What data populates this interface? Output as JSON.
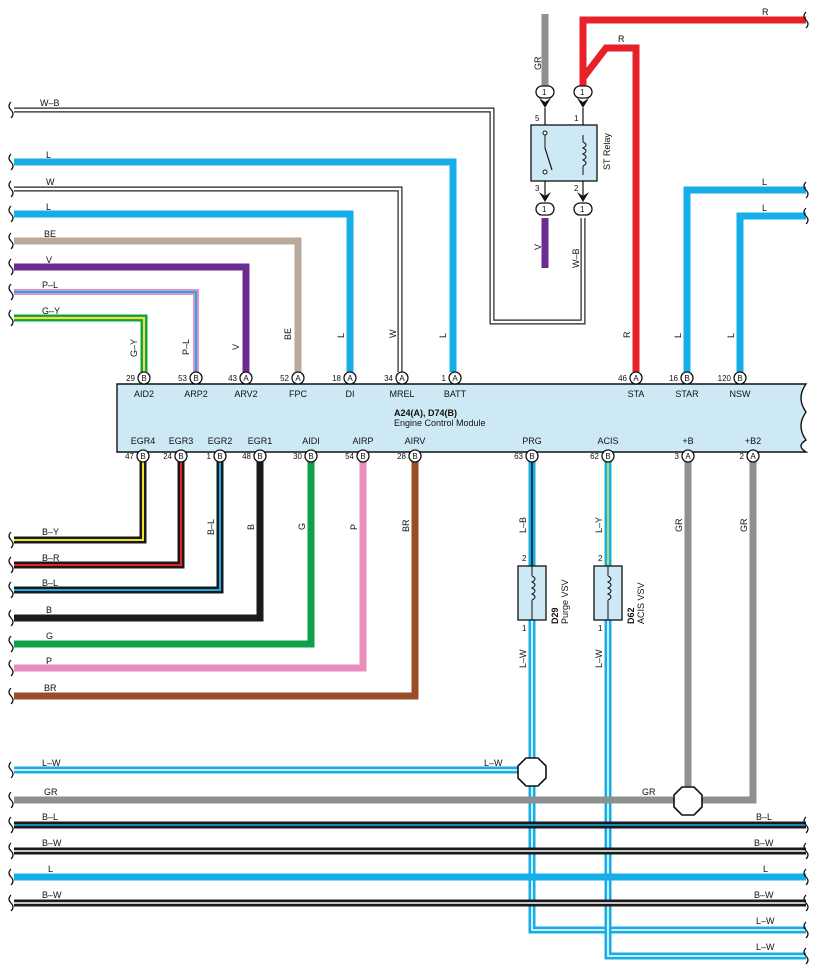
{
  "colors": {
    "L": "#15aee8",
    "W": "#ffffff",
    "BE": "#b9a99a",
    "V": "#6c2b91",
    "P": "#ea8cbe",
    "G": "#0ca14a",
    "Y": "#f4e229",
    "GR": "#8e8f91",
    "R": "#e8202a",
    "B": "#1a1a1a",
    "BR": "#9a4e27",
    "ecu_fill": "#cde9f6"
  },
  "ecu": {
    "title": "A24(A), D74(B)",
    "subtitle": "Engine Control Module",
    "top_pins": [
      {
        "num": "29",
        "conn": "B",
        "name": "AID2",
        "wire": "G–Y"
      },
      {
        "num": "53",
        "conn": "B",
        "name": "ARP2",
        "wire": "P–L"
      },
      {
        "num": "43",
        "conn": "A",
        "name": "ARV2",
        "wire": "V"
      },
      {
        "num": "52",
        "conn": "A",
        "name": "FPC",
        "wire": "BE"
      },
      {
        "num": "18",
        "conn": "A",
        "name": "DI",
        "wire": "L"
      },
      {
        "num": "34",
        "conn": "A",
        "name": "MREL",
        "wire": "W"
      },
      {
        "num": "1",
        "conn": "A",
        "name": "BATT",
        "wire": "L"
      },
      {
        "num": "46",
        "conn": "A",
        "name": "STA",
        "wire": "R"
      },
      {
        "num": "16",
        "conn": "B",
        "name": "STAR",
        "wire": "L"
      },
      {
        "num": "120",
        "conn": "B",
        "name": "NSW",
        "wire": "L"
      }
    ],
    "bottom_pins": [
      {
        "num": "47",
        "conn": "B",
        "name": "EGR4",
        "wire": "B–Y"
      },
      {
        "num": "24",
        "conn": "B",
        "name": "EGR3",
        "wire": "B–R"
      },
      {
        "num": "1",
        "conn": "B",
        "name": "EGR2",
        "wire": "B–L"
      },
      {
        "num": "48",
        "conn": "B",
        "name": "EGR1",
        "wire": "B"
      },
      {
        "num": "30",
        "conn": "B",
        "name": "AIDI",
        "wire": "G"
      },
      {
        "num": "54",
        "conn": "B",
        "name": "AIRP",
        "wire": "P"
      },
      {
        "num": "28",
        "conn": "B",
        "name": "AIRV",
        "wire": "BR"
      },
      {
        "num": "63",
        "conn": "B",
        "name": "PRG",
        "wire": "L–B"
      },
      {
        "num": "62",
        "conn": "B",
        "name": "ACIS",
        "wire": "L–Y"
      },
      {
        "num": "3",
        "conn": "A",
        "name": "+B",
        "wire": "GR"
      },
      {
        "num": "2",
        "conn": "A",
        "name": "+B2",
        "wire": "GR"
      }
    ]
  },
  "left_top_labels": [
    "W–B",
    "L",
    "W",
    "L",
    "BE",
    "V",
    "P–L",
    "G–Y"
  ],
  "left_bottom_labels": [
    "B–Y",
    "B–R",
    "B–L",
    "B",
    "G",
    "P",
    "BR"
  ],
  "bus_labels_left": [
    "L–W",
    "GR",
    "B–L",
    "B–W",
    "L",
    "B–W"
  ],
  "bus_labels_right": [
    "L–W",
    "GR",
    "B–L",
    "B–W",
    "L",
    "B–W",
    "L–W",
    "L–W"
  ],
  "right_top_labels": [
    "R",
    "R",
    "L",
    "L"
  ],
  "relay": {
    "name": "ST Relay",
    "pins": [
      "5",
      "1",
      "3",
      "2"
    ],
    "conn_num": "1",
    "wires": [
      "GR",
      "V",
      "W–B"
    ]
  },
  "vsv": [
    {
      "code": "D29",
      "name": "Purge VSV",
      "pin_top": "2",
      "pin_bottom": "1",
      "wire_top": "L–B",
      "wire_bottom": "L–W"
    },
    {
      "code": "D62",
      "name": "ACIS VSV",
      "pin_top": "2",
      "pin_bottom": "1",
      "wire_top": "L–Y",
      "wire_bottom": "L–W"
    }
  ]
}
